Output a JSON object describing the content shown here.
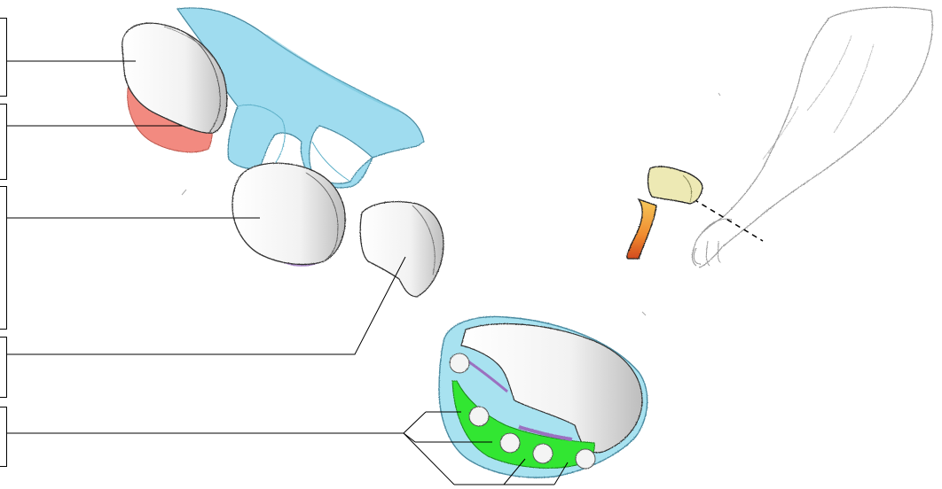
{
  "labels": [
    {
      "id": "box-1",
      "text": ""
    },
    {
      "id": "box-2",
      "text": ""
    },
    {
      "id": "box-3",
      "text": ""
    },
    {
      "id": "box-4",
      "text": ""
    },
    {
      "id": "box-5",
      "text": ""
    }
  ],
  "colors": {
    "fascia_blue": "#8fd3e8",
    "muscle_red": "#f08a80",
    "membrane_purple": "#9b6fc0",
    "compartment_green": "#2ee62e",
    "axe_blade": "#ece8b0",
    "axe_handle": "#f0a040",
    "line": "#000000",
    "pencil": "#9a9a9a"
  }
}
